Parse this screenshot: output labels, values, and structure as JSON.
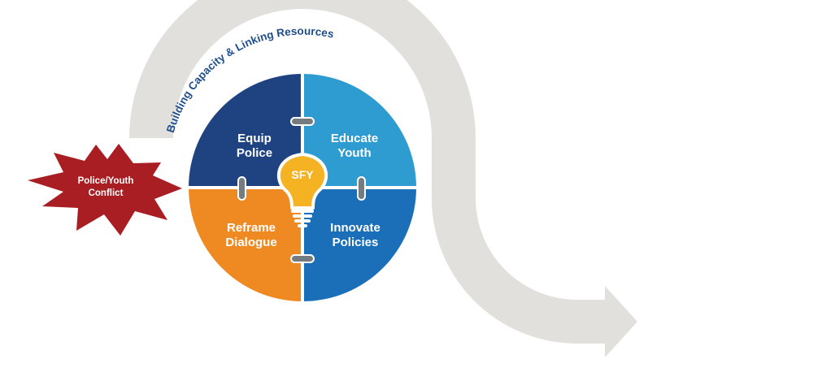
{
  "diagram": {
    "arc_label": "Building Capacity & Linking Resources",
    "burst": {
      "line1": "Police/Youth",
      "line2": "Conflict"
    },
    "quadrants": [
      {
        "id": "equip",
        "line1": "Equip",
        "line2": "Police",
        "color": "#1f4280"
      },
      {
        "id": "educate",
        "line1": "Educate",
        "line2": "Youth",
        "color": "#2e9bd1"
      },
      {
        "id": "reframe",
        "line1": "Reframe",
        "line2": "Dialogue",
        "color": "#ef8a22"
      },
      {
        "id": "innovate",
        "line1": "Innovate",
        "line2": "Policies",
        "color": "#1a6fb8"
      }
    ],
    "center": "SFY",
    "colors": {
      "arrow": "#e2e0dc",
      "burst": "#a91e22",
      "bulb": "#f5b324",
      "arc_label": "#1f4e8c",
      "connector": "#767b80"
    }
  }
}
